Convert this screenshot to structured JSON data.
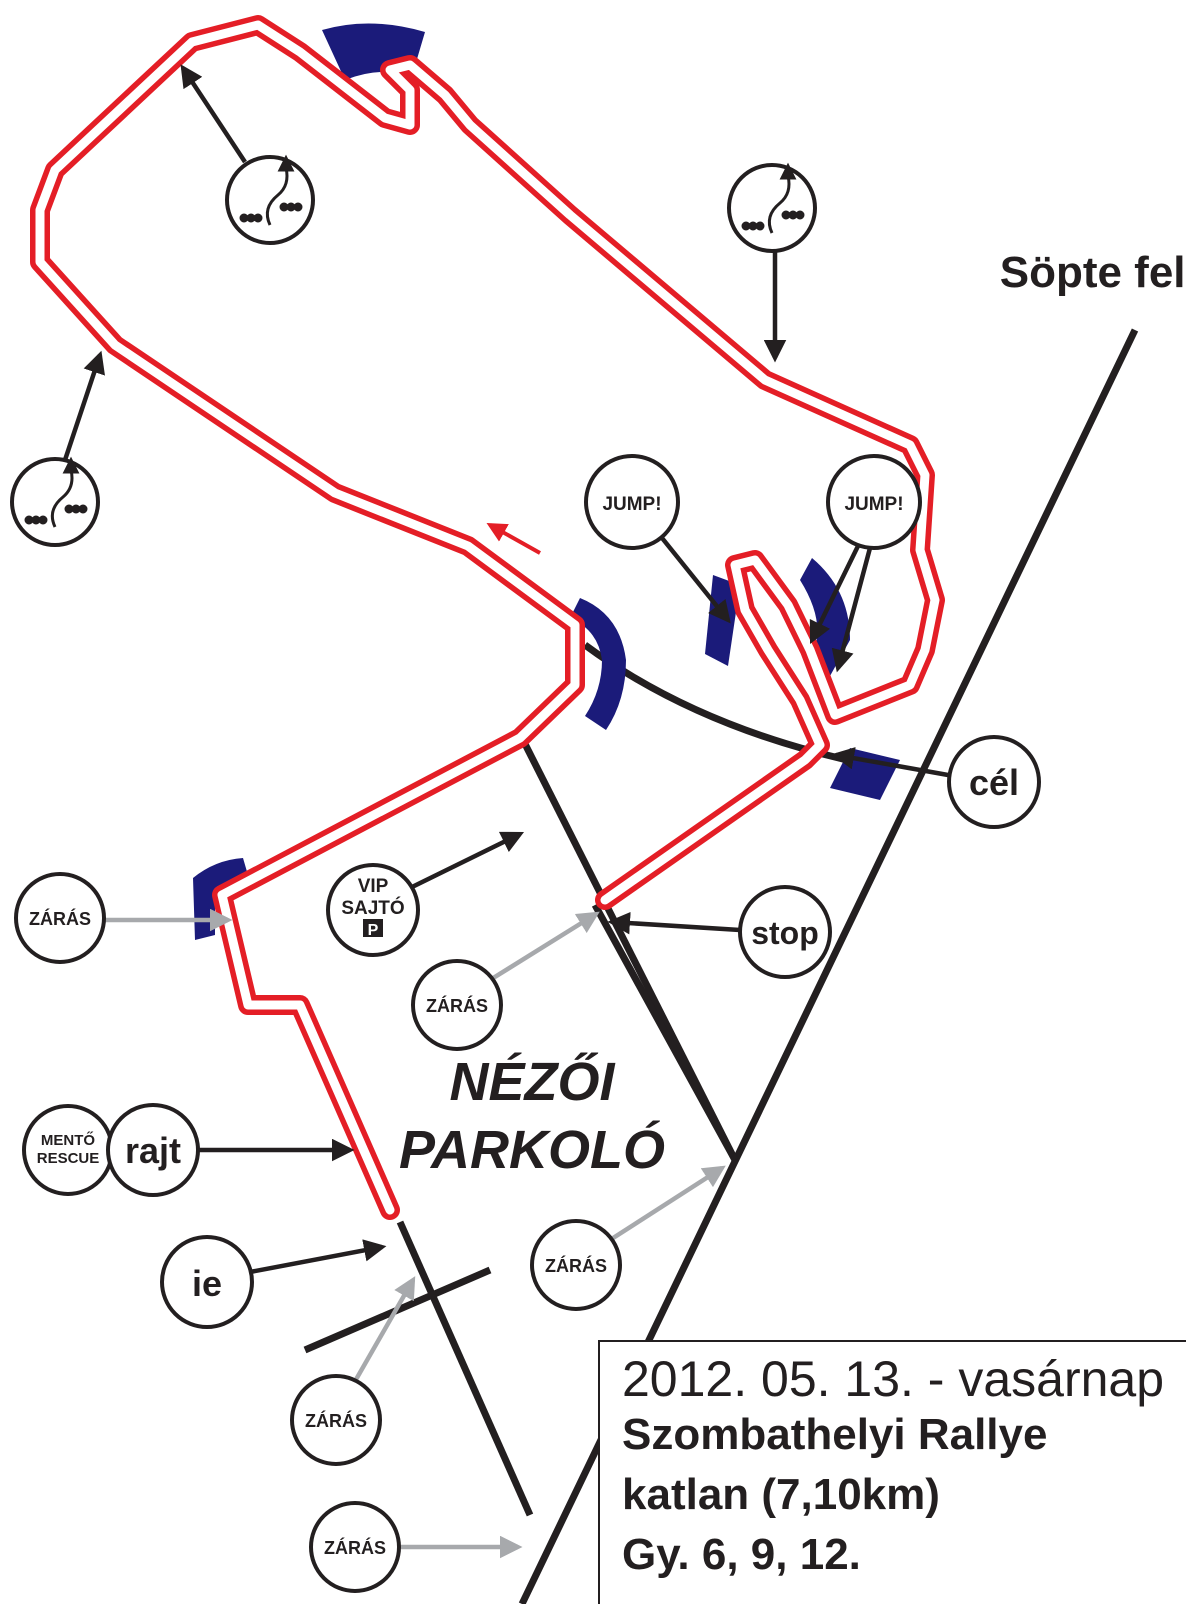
{
  "direction_label": "Söpte felé",
  "area_label": {
    "line1": "NÉZŐI",
    "line2": "PARKOLÓ"
  },
  "markers": {
    "jump": "JUMP!",
    "finish": "cél",
    "stop": "stop",
    "closure": "ZÁRÁS",
    "start": "rajt",
    "rescue_line1": "MENTŐ",
    "rescue_line2": "RESCUE",
    "first_aid": "ie",
    "vip_line1": "VIP",
    "vip_line2": "SAJTÓ",
    "vip_line3": "P"
  },
  "info": {
    "date": "2012. 05. 13. - vasárnap",
    "event": "Szombathelyi Rallye",
    "stage": "katlan (7,10km)",
    "runs": "Gy. 6, 9, 12."
  },
  "colors": {
    "track": "#e41e26",
    "barrier": "#1b1b7a",
    "road": "#231f20",
    "closure_arrow": "#a7a9ac"
  },
  "icons": [
    "spectator-zone-icon",
    "jump-icon",
    "closure-icon",
    "parking-icon",
    "direction-arrow-icon"
  ]
}
